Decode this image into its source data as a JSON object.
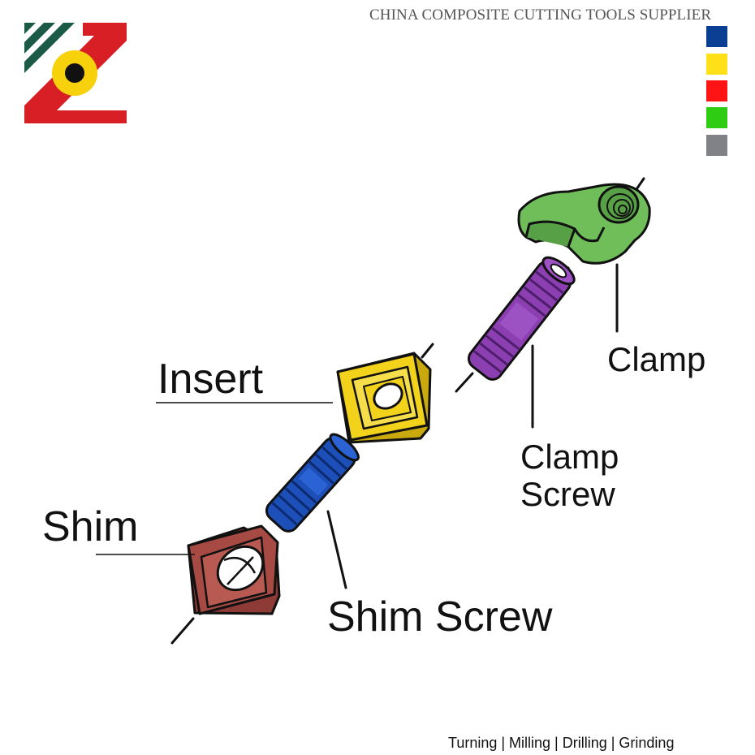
{
  "header": {
    "tagline": "CHINA COMPOSITE CUTTING TOOLS SUPPLIER",
    "logo": {
      "icon": "cz-logo-icon"
    },
    "swatches": [
      "#0B3F94",
      "#FFE019",
      "#FF1414",
      "#2ECC12",
      "#808285"
    ]
  },
  "diagram": {
    "parts": [
      {
        "id": "clamp",
        "label": "Clamp",
        "color": "#6FBE5A"
      },
      {
        "id": "clamp-screw",
        "label": "Clamp\nScrew",
        "color": "#8B3FB0"
      },
      {
        "id": "insert",
        "label": "Insert",
        "color": "#F2D21B"
      },
      {
        "id": "shim-screw",
        "label": "Shim Screw",
        "color": "#1C4FB8"
      },
      {
        "id": "shim",
        "label": "Shim",
        "color": "#A84A44"
      }
    ]
  },
  "footer": {
    "text": "Turning | Milling | Drilling | Grinding"
  }
}
